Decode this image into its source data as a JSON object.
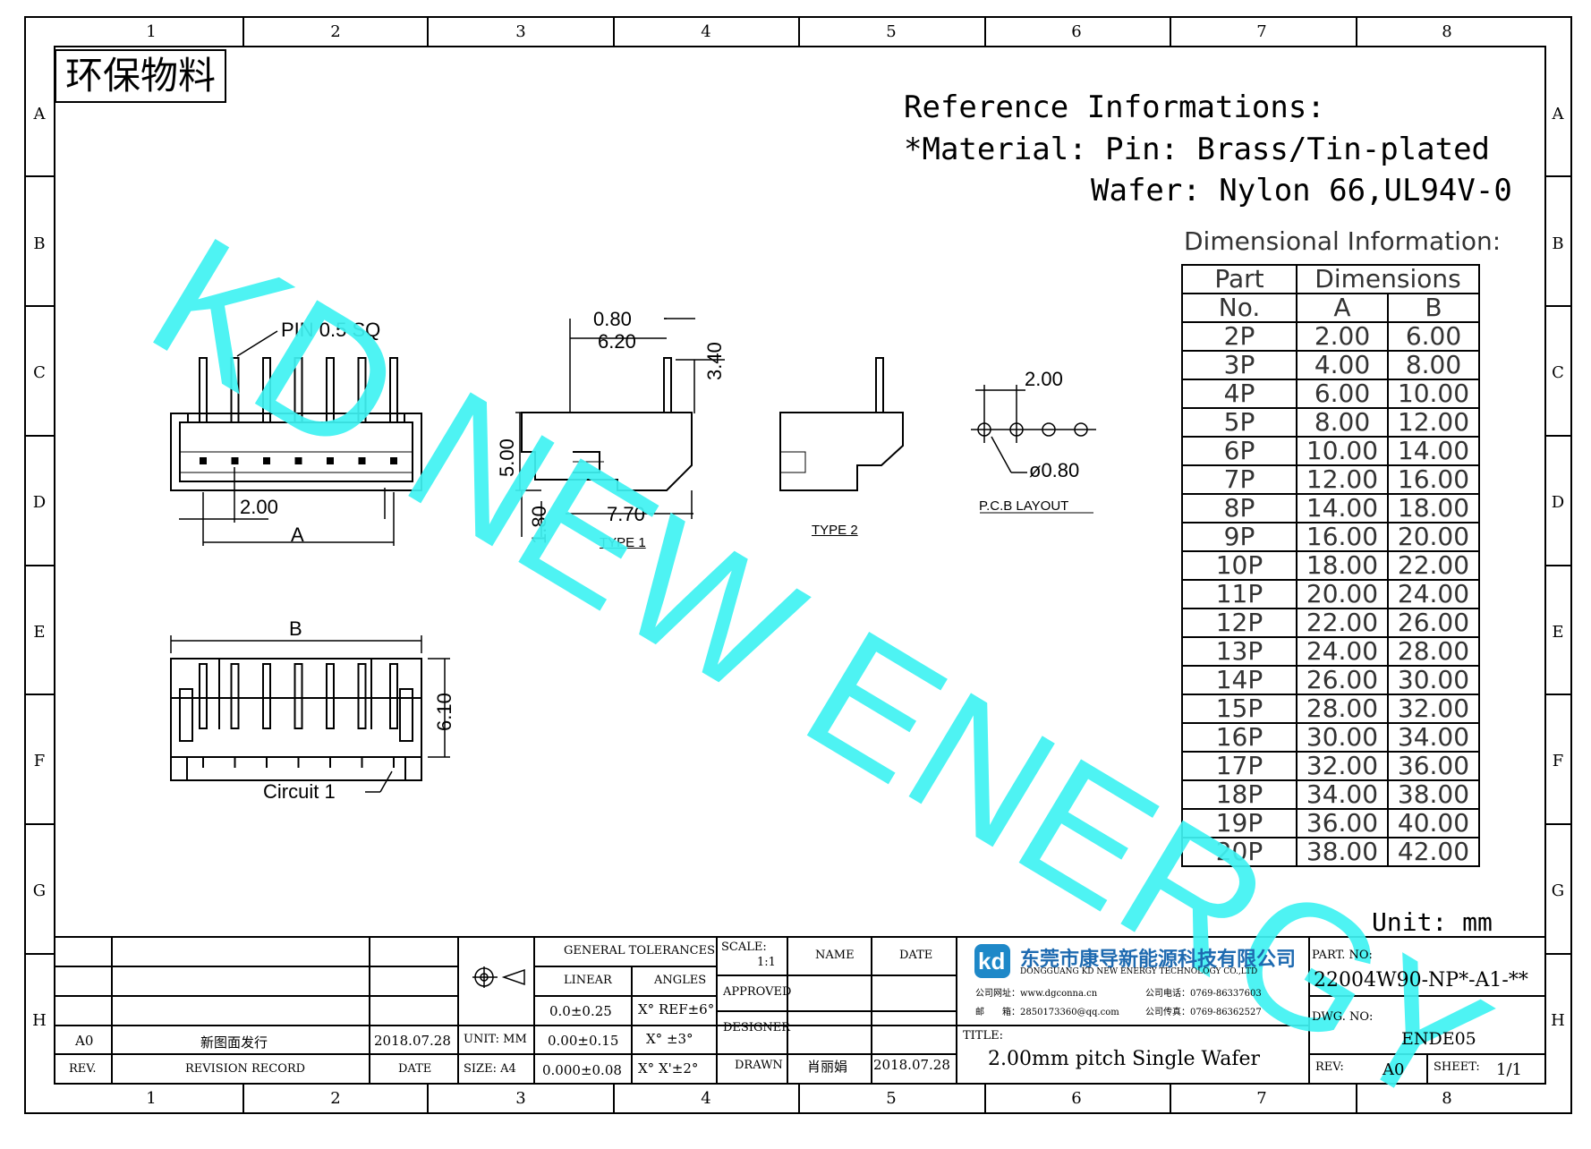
{
  "grid": {
    "columns": [
      "1",
      "2",
      "3",
      "4",
      "5",
      "6",
      "7",
      "8"
    ],
    "rows": [
      "A",
      "B",
      "C",
      "D",
      "E",
      "F",
      "G",
      "H"
    ]
  },
  "env_label": "环保物料",
  "watermark": "KD NEW ENERGY",
  "reference": {
    "title": "Reference Informations:",
    "material": "*Material: Pin: Brass/Tin-plated",
    "wafer": "Wafer: Nylon 66,UL94V-0"
  },
  "dimensional_info": "Dimensional Information:",
  "table": {
    "header_part": "Part",
    "header_no": "No.",
    "header_dims": "Dimensions",
    "header_a": "A",
    "header_b": "B",
    "rows": [
      [
        "2P",
        "2.00",
        "6.00"
      ],
      [
        "3P",
        "4.00",
        "8.00"
      ],
      [
        "4P",
        "6.00",
        "10.00"
      ],
      [
        "5P",
        "8.00",
        "12.00"
      ],
      [
        "6P",
        "10.00",
        "14.00"
      ],
      [
        "7P",
        "12.00",
        "16.00"
      ],
      [
        "8P",
        "14.00",
        "18.00"
      ],
      [
        "9P",
        "16.00",
        "20.00"
      ],
      [
        "10P",
        "18.00",
        "22.00"
      ],
      [
        "11P",
        "20.00",
        "24.00"
      ],
      [
        "12P",
        "22.00",
        "26.00"
      ],
      [
        "13P",
        "24.00",
        "28.00"
      ],
      [
        "14P",
        "26.00",
        "30.00"
      ],
      [
        "15P",
        "28.00",
        "32.00"
      ],
      [
        "16P",
        "30.00",
        "34.00"
      ],
      [
        "17P",
        "32.00",
        "36.00"
      ],
      [
        "18P",
        "34.00",
        "38.00"
      ],
      [
        "19P",
        "36.00",
        "40.00"
      ],
      [
        "20P",
        "38.00",
        "42.00"
      ]
    ]
  },
  "unit": "Unit: mm",
  "drawing": {
    "pin_label": "PIN  0.5  SQ",
    "pitch": "2.00",
    "dim_a": "A",
    "dim_b": "B",
    "d080": "0.80",
    "d620": "6.20",
    "d340": "3.40",
    "d500": "5.00",
    "d180": "1.80",
    "d770": "7.70",
    "d610": "6.10",
    "type1": "TYPE  1",
    "type2": "TYPE  2",
    "pcb_pitch": "2.00",
    "pcb_hole": "ø0.80",
    "pcb_layout": "P.C.B  LAYOUT",
    "circuit": "Circuit  1"
  },
  "title_block": {
    "general_tolerances": "GENERAL TOLERANCES",
    "linear": "LINEAR",
    "angles": "ANGLES",
    "tol1_lin": "0.0±0.25",
    "tol1_ang": "X° REF±6°",
    "tol2_lin": "0.00±0.15",
    "tol2_ang": "X°  ±3°",
    "tol3_lin": "0.000±0.08",
    "tol3_ang": "X° X'±2°",
    "unit": "UNIT: MM",
    "size": "SIZE: A4",
    "scale": "SCALE:",
    "scale_val": "1:1",
    "approved": "APPROVED",
    "designer": "DESIGNER",
    "drawn": "DRAWN",
    "name": "NAME",
    "date": "DATE",
    "drawn_name": "肖丽娟",
    "drawn_date": "2018.07.28",
    "rev_code": "A0",
    "rev_record": "新图面发行",
    "rev_date": "2018.07.28",
    "rev_hdr": "REV.",
    "rev_record_hdr": "REVISION RECORD",
    "date_hdr": "DATE",
    "company_cn": "东莞市康导新能源科技有限公司",
    "company_en": "DONGGUANG KD NEW ENERGY TECHNOLOGY CO.,LTD",
    "company_web": "公司网址：www.dgconna.cn",
    "company_tel": "公司电话：0769-86337603",
    "company_mail": "邮　　箱：2850173360@qq.com",
    "company_fax": "公司传真：0769-86362527",
    "title_hdr": "TITLE:",
    "title": "2.00mm pitch Single  Wafer",
    "part_no_hdr": "PART. NO:",
    "part_no": "22004W90-NP*-A1-**",
    "dwg_no_hdr": "DWG. NO:",
    "dwg_no": "ENDE05",
    "rev_lbl": "REV:",
    "rev_val": "A0",
    "sheet_lbl": "SHEET:",
    "sheet_val": "1/1"
  }
}
